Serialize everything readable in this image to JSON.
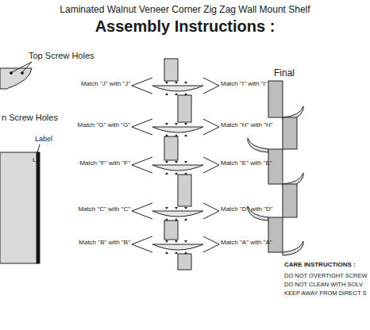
{
  "diagram": {
    "title": "Laminated Walnut Veneer Corner Zig Zag Wall Mount Shelf",
    "labels": [
      "Assembly Instructions :",
      "Top Screw Holes",
      "n Screw Holes",
      "Label",
      "L",
      "Final",
      "Match \"J\" with \"J\"",
      "Match \"I\" with \"I\"",
      "Match \"H\" with \"H\"",
      "Match \"G\" with \"G\"",
      "Match \"F\" with \"F\"",
      "Match \"E\" with \"E\"",
      "Match \"D\" with \"D\"",
      "Match \"C\" with \"C\"",
      "Match \"B\" with \"B\"",
      "Match \"A\" with \"A\"",
      "CARE INSTRUCTIONS :",
      "DO NOT OVERTIGHT SCREW",
      "DO NOT CLEAN WITH SOLV",
      "KEEP AWAY FROM DIRECT S"
    ]
  }
}
